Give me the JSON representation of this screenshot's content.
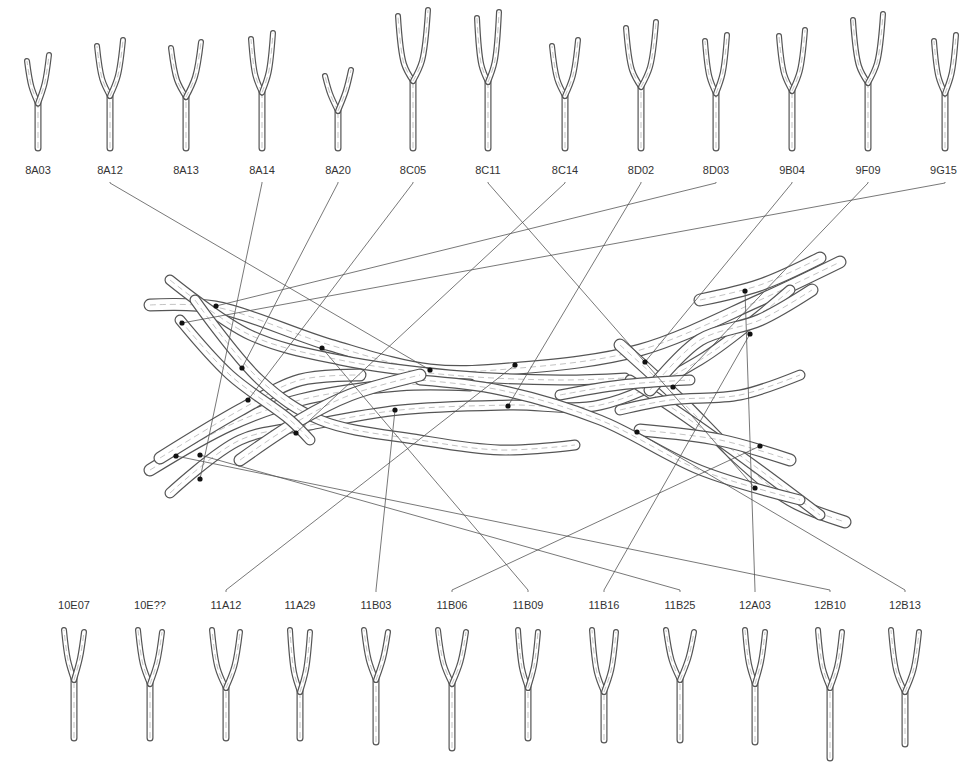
{
  "diagram": {
    "labels": [
      "8A03",
      "8A12",
      "8A13",
      "8A14",
      "8A20",
      "8C05",
      "8C11",
      "8C14",
      "8D02",
      "8D03",
      "9B04",
      "9F09",
      "9G15",
      "10E07",
      "10E??",
      "11A12",
      "11A29",
      "11B03",
      "11B06",
      "11B09",
      "11B16",
      "11B25",
      "12A03",
      "12B10",
      "12B13"
    ]
  }
}
